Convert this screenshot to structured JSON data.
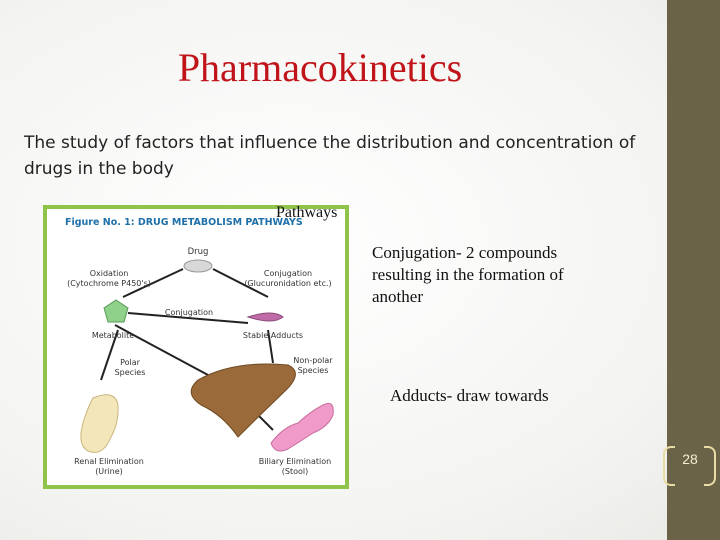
{
  "slide": {
    "title": "Pharmacokinetics",
    "subtitle": "The study of factors that influence the distribution and concentration of drugs in the body",
    "pathways_label": "Pathways",
    "note_conjugation": "Conjugation- 2 compounds resulting in the formation of another",
    "note_adducts": "Adducts- draw towards",
    "page_number": "28"
  },
  "figure": {
    "heading": "Figure No. 1: DRUG METABOLISM PATHWAYS",
    "drug": "Drug",
    "oxidation_1": "Oxidation",
    "oxidation_2": "(Cytochrome P450's)",
    "conjugation_1": "Conjugation",
    "conjugation_2": "(Glucuronidation etc.)",
    "conjugation_mid": "Conjugation",
    "metabolite": "Metabolite",
    "stable_adducts": "Stable Adducts",
    "polar_1": "Polar",
    "polar_2": "Species",
    "nonpolar_1": "Non-polar",
    "nonpolar_2": "Species",
    "renal_1": "Renal Elimination",
    "renal_2": "(Urine)",
    "biliary_1": "Biliary Elimination",
    "biliary_2": "(Stool)"
  },
  "colors": {
    "title": "#c0141a",
    "sidebar": "#6b6347",
    "figure_border": "#8fc34a",
    "figure_heading": "#1f6fa8"
  }
}
